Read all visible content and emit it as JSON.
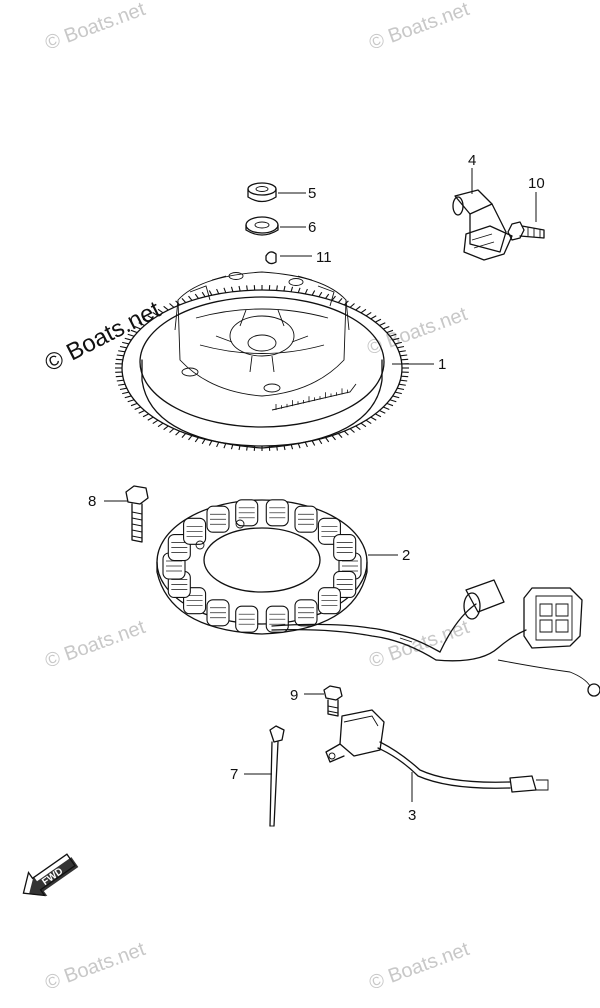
{
  "watermark": {
    "text": "© Boats.net"
  },
  "callouts": [
    {
      "id": "p1",
      "label": "1"
    },
    {
      "id": "p2",
      "label": "2"
    },
    {
      "id": "p3",
      "label": "3"
    },
    {
      "id": "p4",
      "label": "4"
    },
    {
      "id": "p5",
      "label": "5"
    },
    {
      "id": "p6",
      "label": "6"
    },
    {
      "id": "p7",
      "label": "7"
    },
    {
      "id": "p8",
      "label": "8"
    },
    {
      "id": "p9",
      "label": "9"
    },
    {
      "id": "p10",
      "label": "10"
    },
    {
      "id": "p11",
      "label": "11"
    }
  ],
  "fwd_arrow": {
    "label": "FWD"
  }
}
